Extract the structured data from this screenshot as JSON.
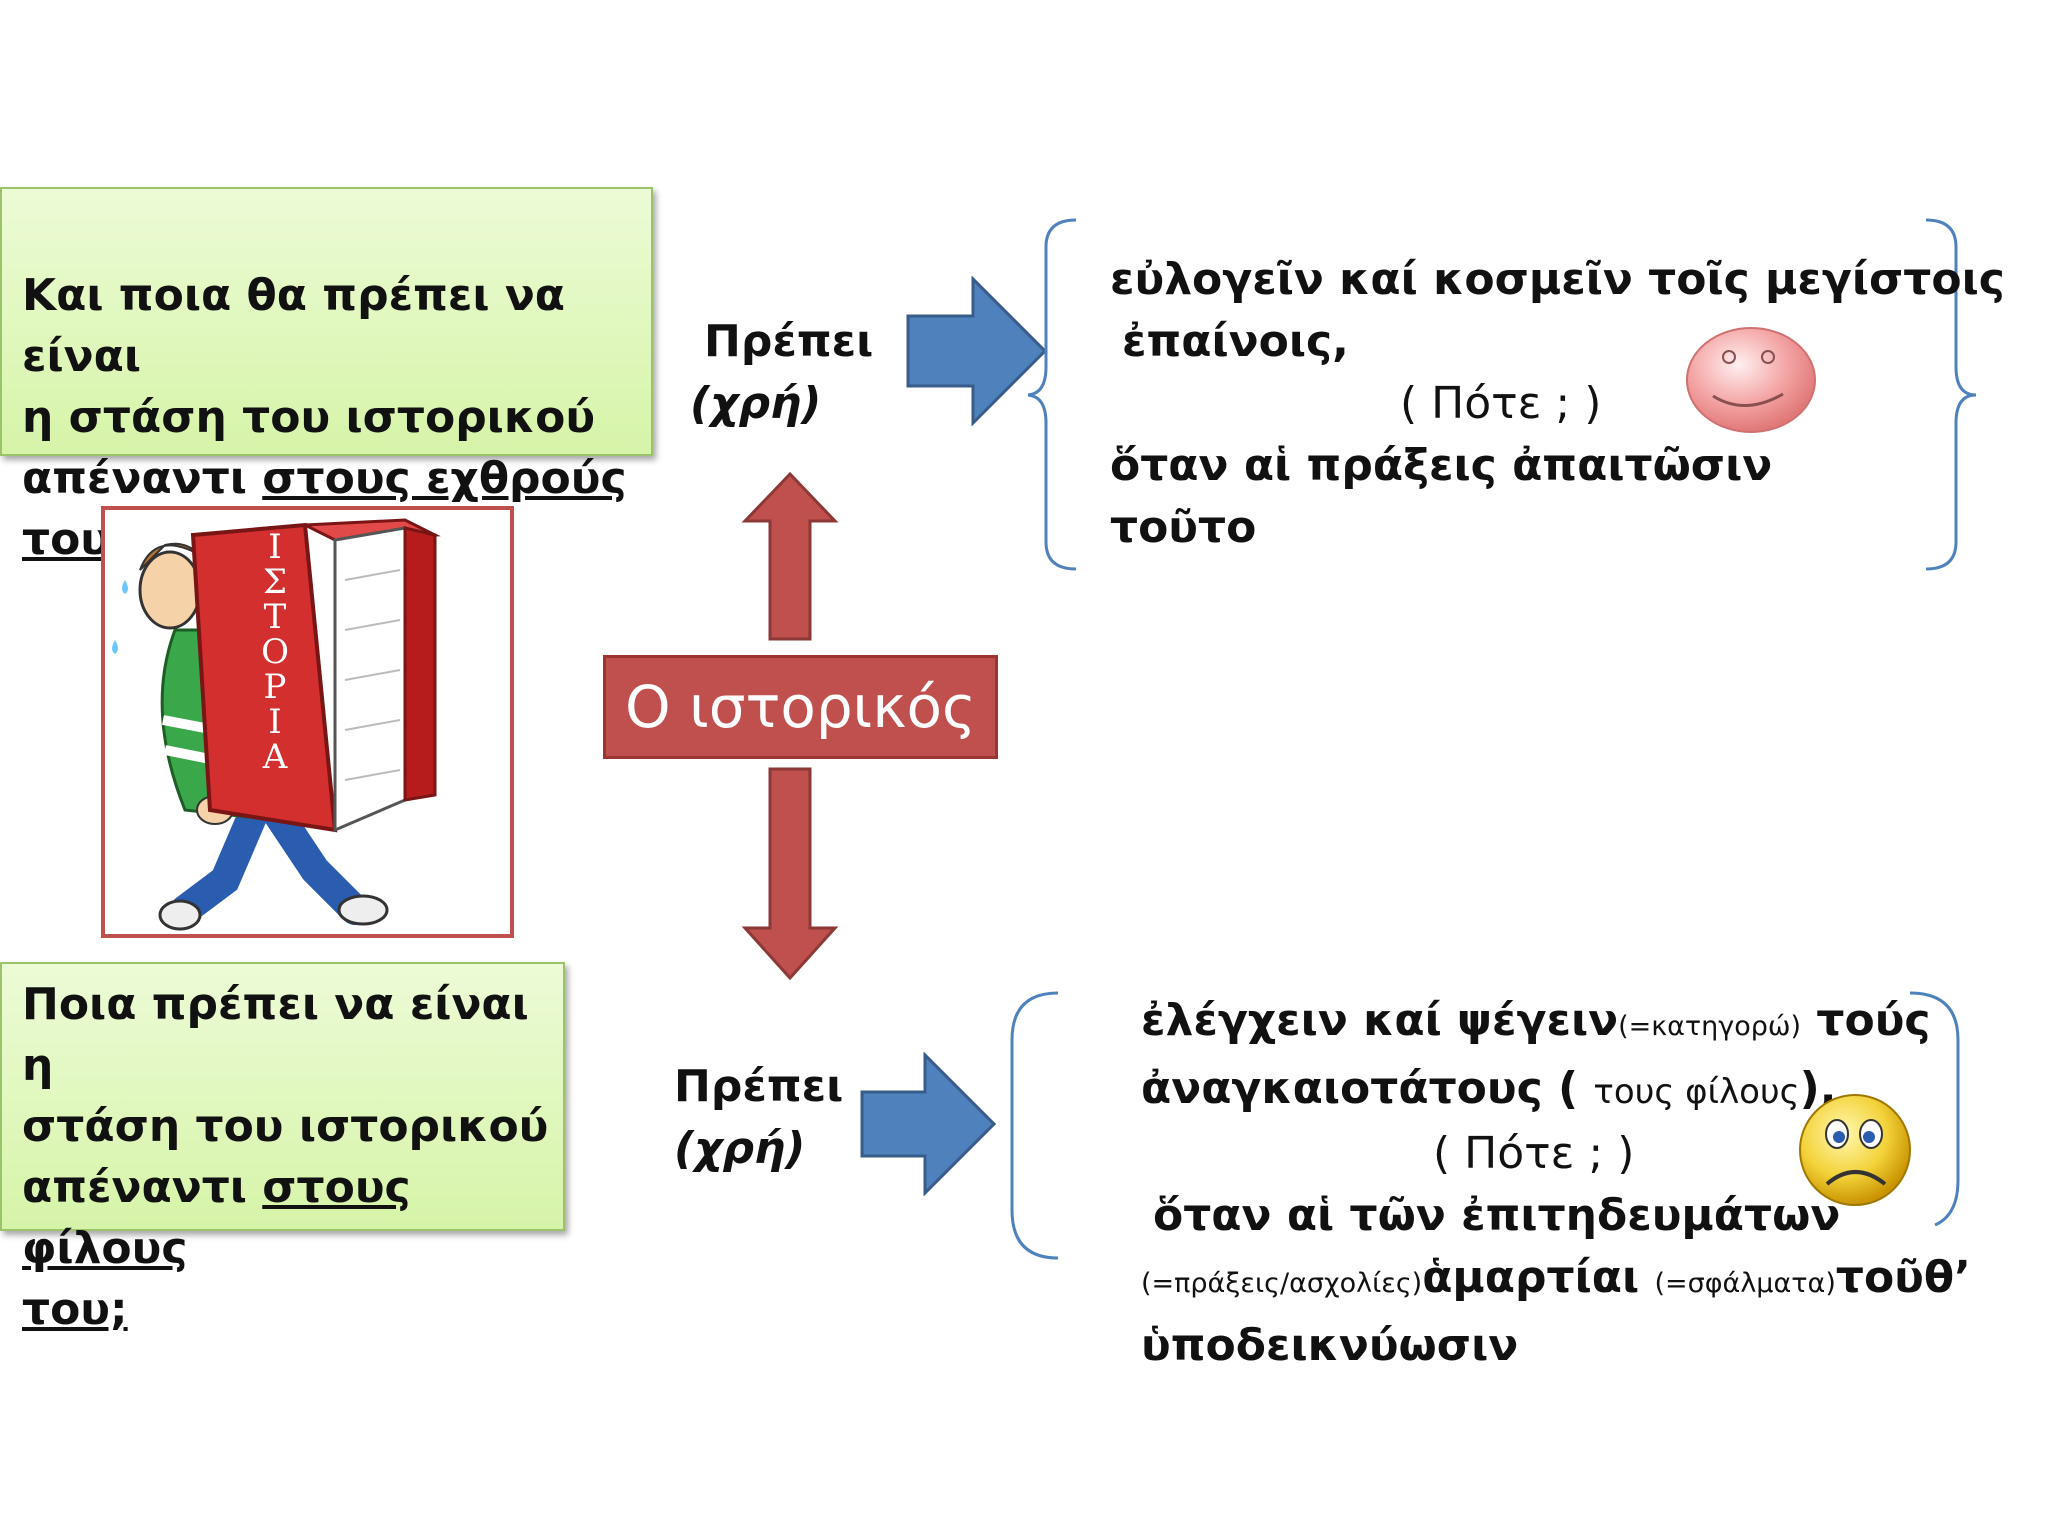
{
  "top_question": {
    "line1": "Και ποια θα πρέπει να είναι",
    "line2": "η στάση του ιστορικού",
    "line3_plain": "απέναντι ",
    "line3_underlined": "στους εχθρούς του"
  },
  "bottom_question": {
    "line1": "Ποια πρέπει να είναι η",
    "line2": "στάση του ιστορικού",
    "line3_plain": "απέναντι ",
    "line3_underlined": "στους φίλους",
    "line4_underlined": "του;"
  },
  "top_prepei": {
    "word": "Πρέπει",
    "gloss": "(χρή)"
  },
  "bottom_prepei": {
    "word": "Πρέπει",
    "gloss": "(χρή)"
  },
  "center_label": "Ο ιστορικός",
  "book_spine": "ΙΣΤΟΡΙΑ",
  "enemies_text": {
    "line1": "εὐλογεῖν καί κοσμεῖν τοῖς μεγίστοις",
    "line2": "ἐπαίνοις,",
    "pote": "(  Πότε ; )",
    "line3": "ὅταν αἱ πράξεις ἀπαιτῶσιν",
    "line4": "τοῦτο"
  },
  "friends_text": {
    "line1a": "ἐλέγχειν καί ψέγειν",
    "line1_gloss": "(=κατηγορώ)",
    "line1b": " τούς",
    "line2a": "ἀναγκαιοτάτους ( ",
    "line2_gloss": "τους φίλους",
    "line2b": "),",
    "pote": "(  Πότε ; )",
    "line3": "ὅταν αἱ τῶν ἐπιτηδευμάτων",
    "line4_gloss1": "(=πράξεις/ασχολίες)",
    "line4a": "ἁμαρτίαι ",
    "line4_gloss2": "(=σφάλματα)",
    "line4b": "τοῦθ’",
    "line5": "ὑποδεικνύωσιν"
  },
  "colors": {
    "blue_arrow": "#4f81bd",
    "red_arrow": "#c0504d",
    "green_box": "#d6f4a8",
    "brace": "#4f81bd"
  },
  "icons": [
    "smiley-face-icon",
    "sad-face-icon",
    "history-book-illustration"
  ]
}
